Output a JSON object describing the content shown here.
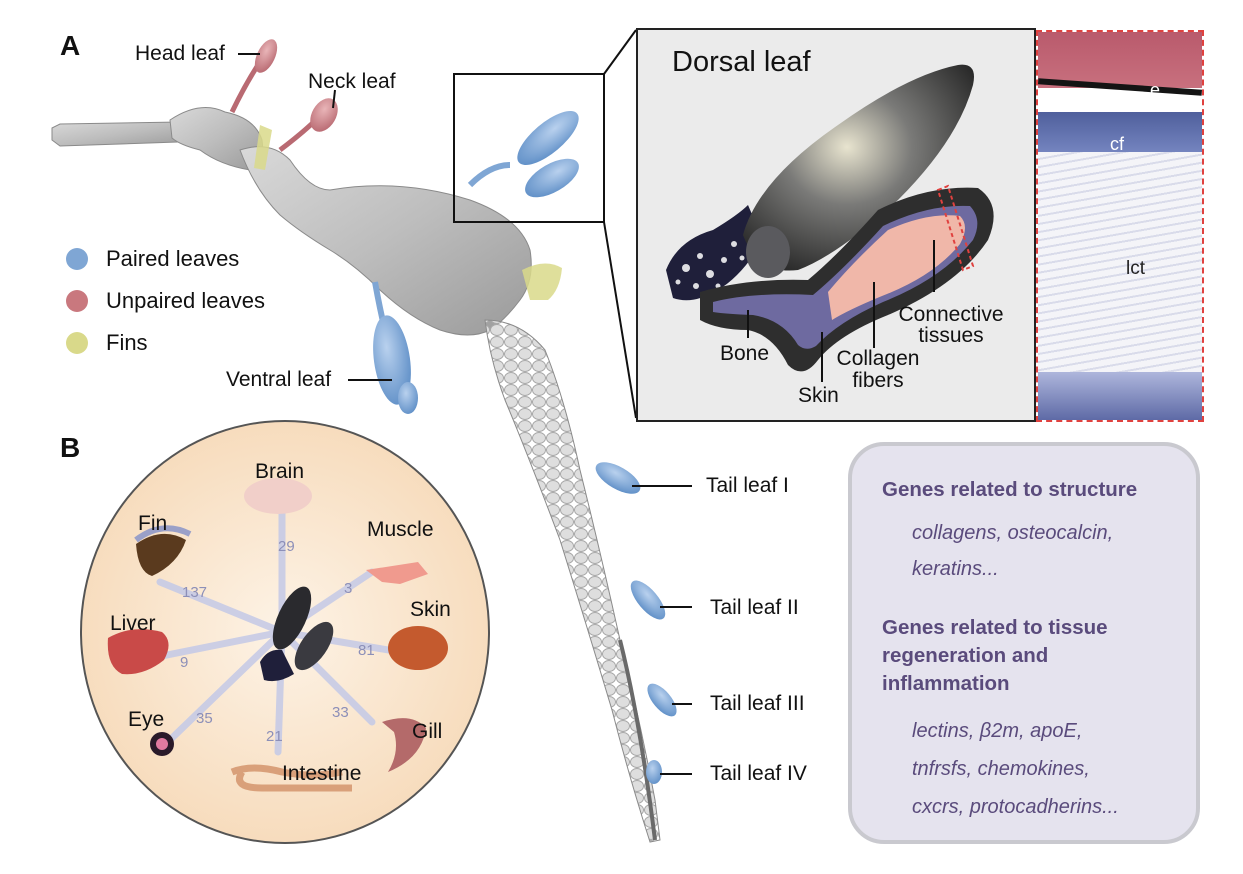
{
  "panel_a": {
    "letter": "A"
  },
  "panel_b": {
    "letter": "B"
  },
  "legend": {
    "items": [
      {
        "label": "Paired leaves",
        "color": "#7fa6d4"
      },
      {
        "label": "Unpaired leaves",
        "color": "#c9787e"
      },
      {
        "label": "Fins",
        "color": "#d9d98a"
      }
    ]
  },
  "leaf_labels": {
    "head": "Head leaf",
    "neck": "Neck leaf",
    "ventral": "Ventral leaf",
    "tail_1": "Tail leaf I",
    "tail_2": "Tail leaf II",
    "tail_3": "Tail leaf III",
    "tail_4": "Tail leaf IV"
  },
  "dorsal_inset": {
    "title": "Dorsal leaf",
    "labels": {
      "bone": "Bone",
      "skin": "Skin",
      "collagen_1": "Collagen",
      "collagen_2": "fibers",
      "connective_1": "Connective",
      "connective_2": "tissues"
    }
  },
  "histology": {
    "e": "e",
    "cf": "cf",
    "lct": "lct"
  },
  "tissues": {
    "items": [
      {
        "name": "Brain",
        "count": "29"
      },
      {
        "name": "Muscle",
        "count": "3"
      },
      {
        "name": "Skin",
        "count": "81"
      },
      {
        "name": "Gill",
        "count": "33"
      },
      {
        "name": "Intestine",
        "count": "21"
      },
      {
        "name": "Eye",
        "count": "35"
      },
      {
        "name": "Liver",
        "count": "9"
      },
      {
        "name": "Fin",
        "count": "137"
      }
    ]
  },
  "genes": {
    "structure_heading": "Genes related to structure",
    "structure_line1": "collagens, osteocalcin,",
    "structure_line2": "keratins...",
    "regen_heading1": "Genes related to tissue",
    "regen_heading2": "regeneration and",
    "regen_heading3": "inflammation",
    "regen_line1": "lectins, β2m, apoE,",
    "regen_line2": "tnfrsfs, chemokines,",
    "regen_line3": "cxcrs, protocadherins..."
  }
}
